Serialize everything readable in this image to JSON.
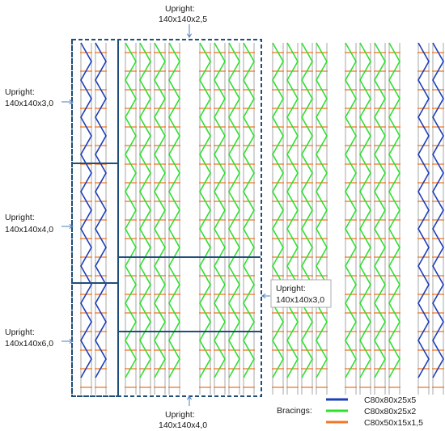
{
  "annotations": {
    "top": {
      "line1": "Upright:",
      "line2": "140x140x2,5"
    },
    "left_upper": {
      "line1": "Upright:",
      "line2": "140x140x3,0"
    },
    "left_middle": {
      "line1": "Upright:",
      "line2": "140x140x4,0"
    },
    "left_lower": {
      "line1": "Upright:",
      "line2": "140x140x6,0"
    },
    "right_box": {
      "line1": "Upright:",
      "line2": "140x140x3,0"
    },
    "bottom": {
      "line1": "Upright:",
      "line2": "140x140x4,0"
    }
  },
  "legend": {
    "title": "Bracings:",
    "items": [
      {
        "label": "C80x80x25x5",
        "color": "#1f3fb8"
      },
      {
        "label": "C80x80x25x2",
        "color": "#2fe02f"
      },
      {
        "label": "C80x50x15x1,5",
        "color": "#f07828"
      }
    ]
  },
  "colors": {
    "upright": "#c8c8c8",
    "region_outline": "#1f4e79",
    "bracing_heavy": "#1f3fb8",
    "bracing_medium": "#2fe02f",
    "bracing_light": "#f07828"
  }
}
